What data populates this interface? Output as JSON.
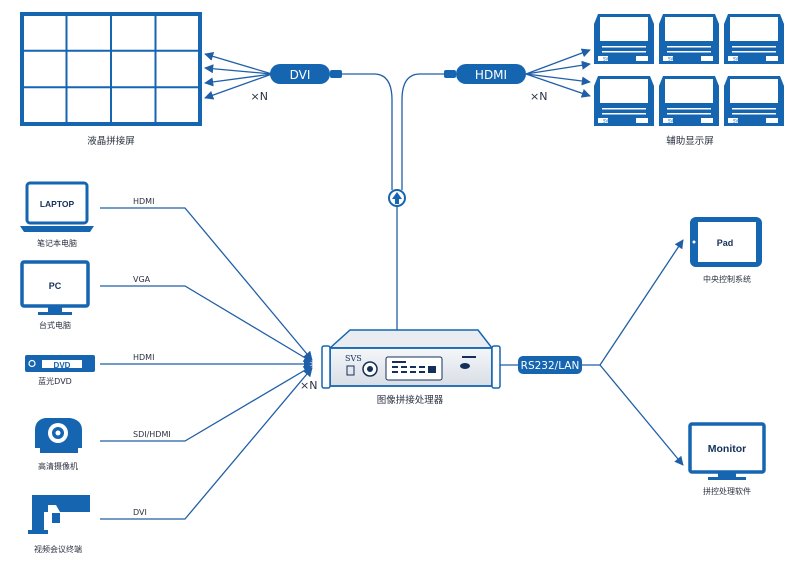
{
  "colors": {
    "primary": "#1565b0",
    "line": "#1f5fa8",
    "text": "#2a3140"
  },
  "outputs": {
    "video_wall_label": "液晶拼接屏",
    "aux_display_label": "辅助显示屏",
    "dvi_tag": "DVI",
    "hdmi_tag": "HDMI",
    "multiplier_left": "×N",
    "multiplier_right": "×N",
    "monitor_badge": "SVS"
  },
  "sources": [
    {
      "device_text": "LAPTOP",
      "cable": "HDMI",
      "label": "笔记本电脑",
      "icon": "laptop-icon"
    },
    {
      "device_text": "PC",
      "cable": "VGA",
      "label": "台式电脑",
      "icon": "desktop-monitor-icon"
    },
    {
      "device_text": "DVD",
      "cable": "HDMI",
      "label": "蓝光DVD",
      "icon": "dvd-player-icon"
    },
    {
      "device_text": "",
      "cable": "SDI/HDMI",
      "label": "高清摄像机",
      "icon": "ptz-camera-icon"
    },
    {
      "device_text": "",
      "cable": "DVI",
      "label": "视频会议终端",
      "icon": "security-camera-icon"
    }
  ],
  "processor": {
    "label": "图像拼接处理器",
    "brand": "SVS",
    "input_multiplier": "×N",
    "link_tag": "RS232/LAN"
  },
  "controls": [
    {
      "device_text": "Pad",
      "label": "中央控制系统",
      "icon": "tablet-icon"
    },
    {
      "device_text": "Monitor",
      "label": "拼控处理软件",
      "icon": "monitor-icon"
    }
  ]
}
